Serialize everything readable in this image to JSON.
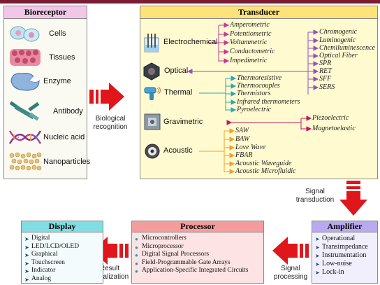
{
  "bioreceptor": {
    "title": "Bioreceptor",
    "items": [
      {
        "label": "Cells",
        "icon": "cells-icon"
      },
      {
        "label": "Tissues",
        "icon": "tissues-icon"
      },
      {
        "label": "Enzyme",
        "icon": "enzyme-icon"
      },
      {
        "label": "Antibody",
        "icon": "antibody-icon"
      },
      {
        "label": "Nucleic acid",
        "icon": "dna-icon"
      },
      {
        "label": "Nanoparticles",
        "icon": "nanoparticles-icon"
      }
    ]
  },
  "arrows": {
    "biological_recognition": [
      "Biological",
      "recognition"
    ],
    "signal_transduction": [
      "Signal",
      "transduction"
    ],
    "signal_processing": [
      "Signal",
      "processing"
    ],
    "result_visualization": [
      "Result",
      "visualization"
    ]
  },
  "transducer": {
    "title": "Transducer",
    "categories": {
      "electrochemical": {
        "label": "Electrochemical",
        "methods": [
          "Amperometric",
          "Potentiometric",
          "Voltammetric",
          "Conductometric",
          "Impedimetric"
        ]
      },
      "optical": {
        "label": "Optical",
        "methods": [
          "Chromogenic",
          "Luminogenic",
          "Chemiluminescence",
          "Optical Fiber",
          "SPR",
          "RET",
          "SFF",
          "SERS"
        ]
      },
      "thermal": {
        "label": "Thermal",
        "methods": [
          "Thermoresistive",
          "Thermocouples",
          "Thermistors",
          "Infrared thermometers",
          "Pyroelectric"
        ]
      },
      "gravimetric": {
        "label": "Gravimetric",
        "methods": [
          "Piezoelectric",
          "Magnetoelastic"
        ]
      },
      "acoustic": {
        "label": "Acoustic",
        "methods": [
          "SAW",
          "BAW",
          "Love Wave",
          "FBAR",
          "Acoustic Waveguide",
          "Acoustic Microfluidic"
        ]
      }
    }
  },
  "amplifier": {
    "title": "Amplifier",
    "items": [
      "Operational",
      "Transimpedance",
      "Instrumentation",
      "Low-noise",
      "Lock-in"
    ]
  },
  "processor": {
    "title": "Processor",
    "items": [
      "Microcontrollers",
      "Microprocessor",
      "Digital Signal Processors",
      "Field-Programmable Gate Arrays",
      "Application-Specific Integrated Circuits"
    ]
  },
  "display": {
    "title": "Display",
    "items": [
      "Digital",
      "LED/LCD/OLED",
      "Graphical",
      "Touchscreen",
      "Indicator",
      "Analog"
    ]
  },
  "colors": {
    "arrow_red": "#e0161b",
    "connector_magenta": "#c8379c",
    "connector_purple": "#9a4fc0",
    "connector_pink": "#c2185b",
    "connector_orange": "#f0a12a"
  }
}
